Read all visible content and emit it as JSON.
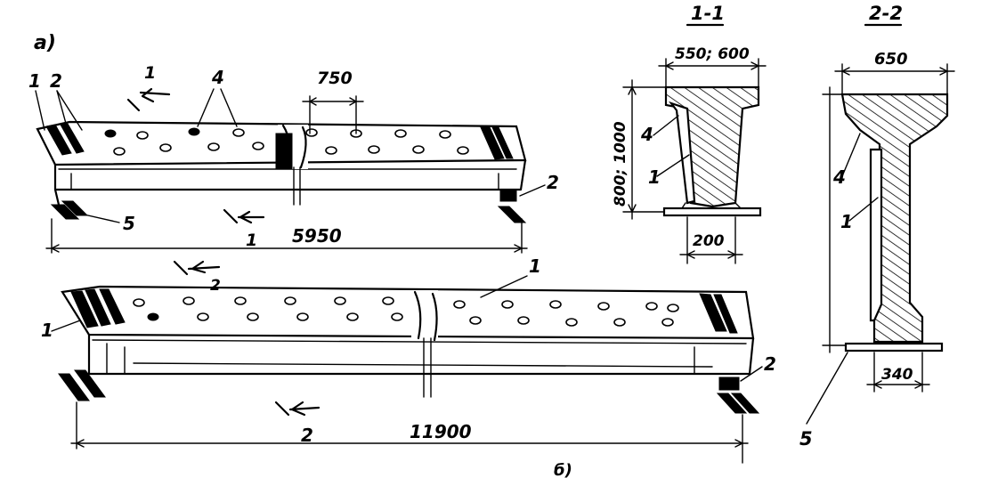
{
  "labels": {
    "fig_a": "а)",
    "fig_b": "б)",
    "section_1": "1-1",
    "section_2": "2-2"
  },
  "dimensions": {
    "hole_spacing": "750",
    "beam1_length": "5950",
    "beam2_length": "11900",
    "sec1_top_width": "550; 600",
    "sec1_height": "800; 1000",
    "sec1_bottom_width": "200",
    "sec2_top_width": "650",
    "sec2_bottom_width": "340"
  },
  "callouts": {
    "n1": "1",
    "n2": "2",
    "n4": "4",
    "n5": "5"
  }
}
